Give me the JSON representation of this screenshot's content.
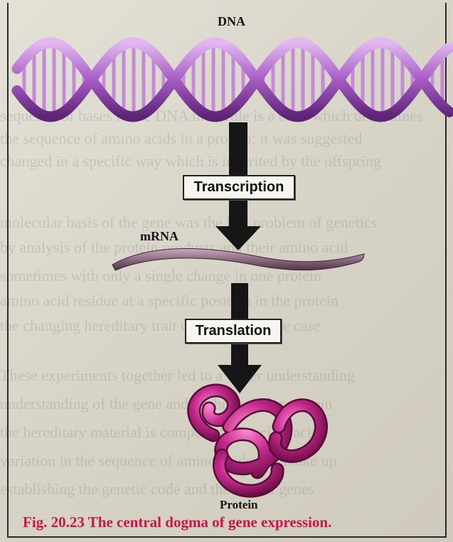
{
  "diagram": {
    "dna_label": "DNA",
    "mrna_label": "mRNA",
    "transcription_label": "Transcription",
    "translation_label": "Translation",
    "protein_label": "Protein",
    "caption": "Fig. 20.23 The central dogma of gene expression."
  },
  "colors": {
    "helix": "#8a3fa8",
    "helix_light": "#d9a6ea",
    "mrna": "#8a6a7e",
    "protein": "#b01a78",
    "arrow": "#161616",
    "caption": "#c8164a"
  }
}
